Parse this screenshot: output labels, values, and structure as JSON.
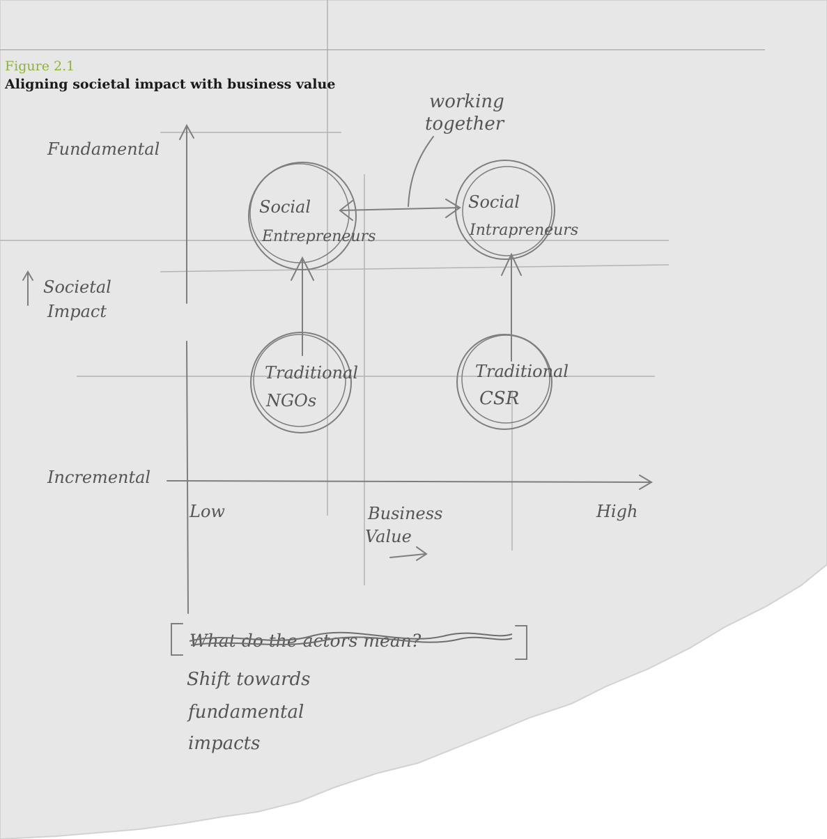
{
  "figure": {
    "label": "Figure 2.1",
    "title": "Aligning societal impact with business value"
  },
  "sketch": {
    "y_axis": {
      "top": "Fundamental",
      "bottom": "Incremental",
      "label_line1": "Societal",
      "label_line2": "Impact"
    },
    "x_axis": {
      "left": "Low",
      "right": "High",
      "label_line1": "Business",
      "label_line2": "Value"
    },
    "annotation_line1": "working",
    "annotation_line2": "together",
    "nodes": [
      {
        "line1": "Social",
        "line2": "Entrepreneurs"
      },
      {
        "line1": "Social",
        "line2": "Intrapreneurs"
      },
      {
        "line1": "Traditional",
        "line2": "NGOs"
      },
      {
        "line1": "Traditional",
        "line2": "CSR"
      }
    ],
    "crossed_out": "What do the actors mean?",
    "note_line1": "Shift towards",
    "note_line2": "fundamental",
    "note_line3": "impacts"
  }
}
